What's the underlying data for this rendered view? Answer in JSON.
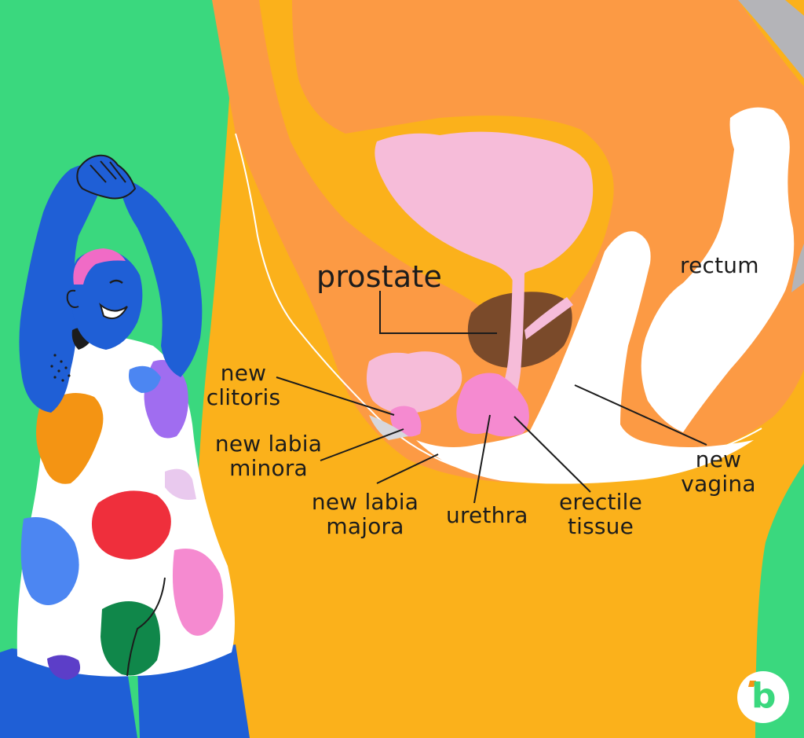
{
  "labels": {
    "prostate": "prostate",
    "rectum": "rectum",
    "new_clitoris": [
      "new",
      "clitoris"
    ],
    "new_labia_minora": [
      "new labia",
      "minora"
    ],
    "new_labia_majora": [
      "new labia",
      "majora"
    ],
    "urethra": "urethra",
    "erectile_tissue": [
      "erectile",
      "tissue"
    ],
    "new_vagina": [
      "new",
      "vagina"
    ]
  },
  "logo": {
    "letter": "b"
  },
  "colors": {
    "background": "#3ad87e",
    "body_yellow": "#fbb11b",
    "pelvis_orange": "#fc9a44",
    "bladder_pink": "#f6bcd9",
    "prostate_brown": "#7a4a2a",
    "erectile_pink": "#f58ad0",
    "figure_blue": "#1f5fd6",
    "hair_pink": "#f06bc6"
  }
}
